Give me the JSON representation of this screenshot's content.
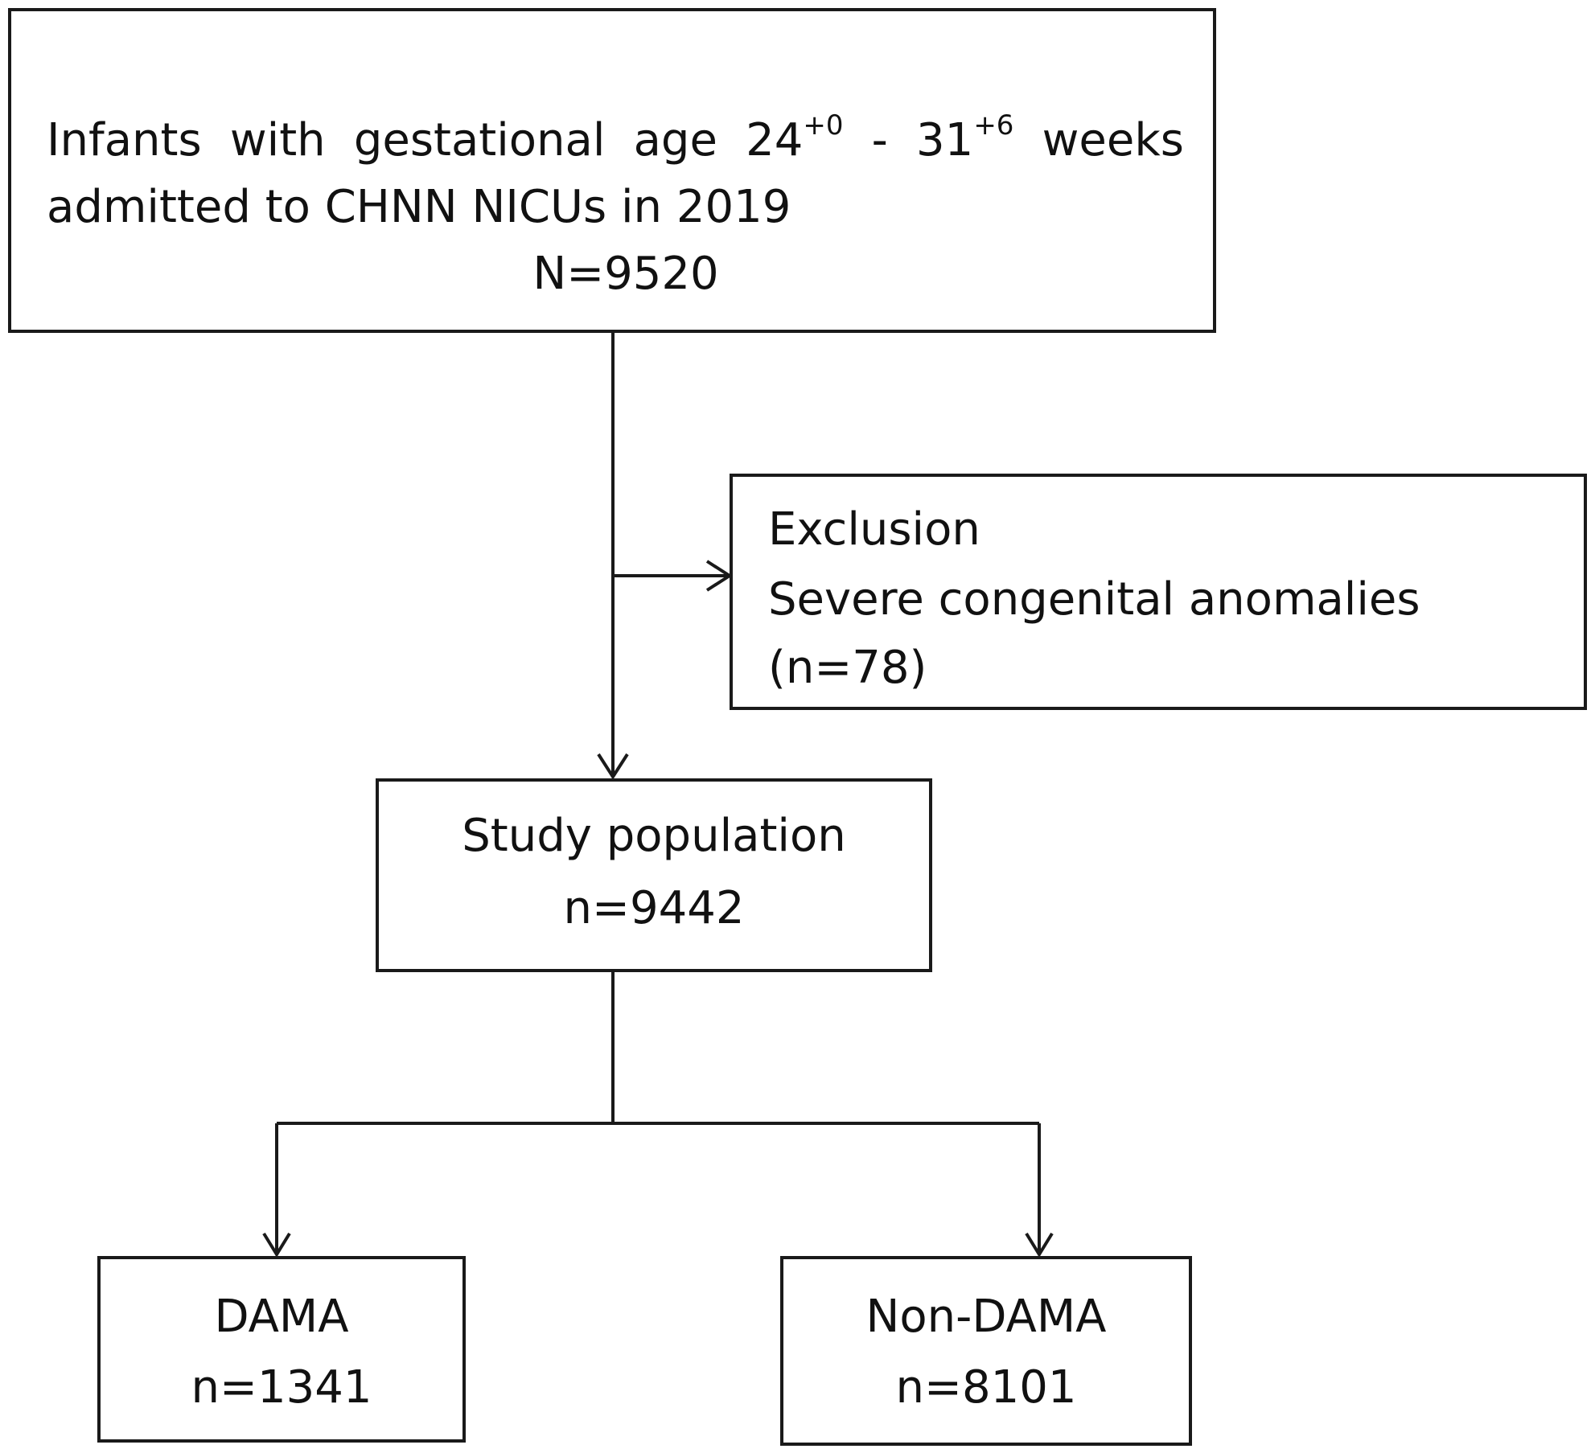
{
  "boxes": {
    "eligible": {
      "w1": "Infants",
      "w2": "with",
      "w3": "gestational",
      "w4": "age",
      "ga_low": "24",
      "ga_low_sup": "+0",
      "dash": "-",
      "ga_high": "31",
      "ga_high_sup": "+6",
      "w5": "weeks",
      "line2": "admitted to CHNN NICUs in 2019",
      "count": "N=9520"
    },
    "exclusion": {
      "title": "Exclusion",
      "reason": "Severe congenital anomalies",
      "count": "(n=78)"
    },
    "study": {
      "title": "Study population",
      "count": "n=9442"
    },
    "dama": {
      "title": "DAMA",
      "count": "n=1341"
    },
    "non_dama": {
      "title": "Non-DAMA",
      "count": "n=8101"
    }
  }
}
